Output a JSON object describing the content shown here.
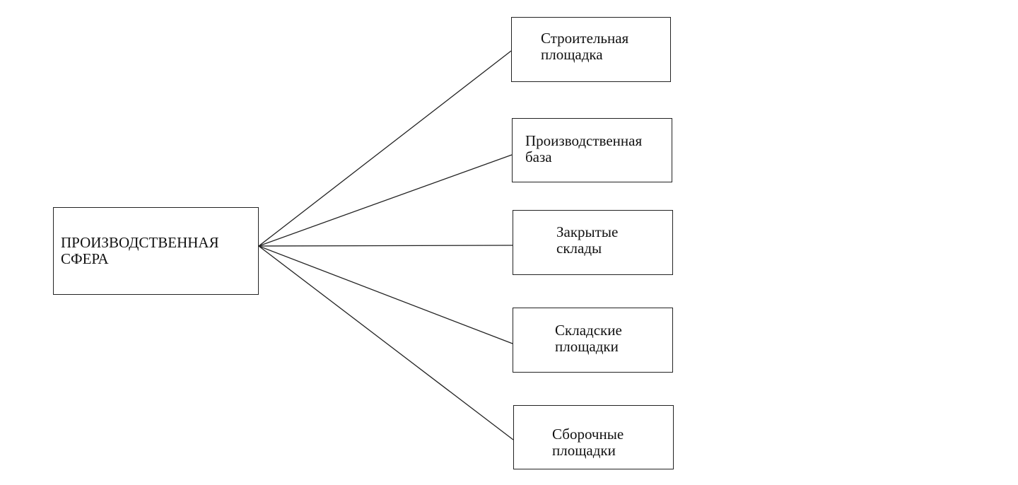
{
  "root": {
    "label": "ПРОИЗВОДСТВЕННАЯ\nСФЕРА"
  },
  "children": [
    {
      "label": "Строительная\nплощадка"
    },
    {
      "label": "Производственная\nбаза"
    },
    {
      "label": "Закрытые\nсклады"
    },
    {
      "label": "Складские\nплощадки"
    },
    {
      "label": "Сборочные\nплощадки"
    }
  ]
}
